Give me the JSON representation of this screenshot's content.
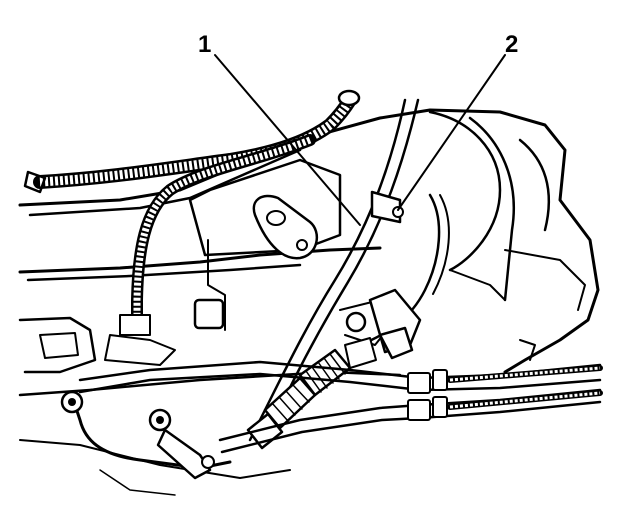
{
  "callouts": [
    {
      "id": "1",
      "label": "1"
    },
    {
      "id": "2",
      "label": "2"
    }
  ],
  "colors": {
    "ink": "#000000",
    "paper": "#ffffff"
  }
}
